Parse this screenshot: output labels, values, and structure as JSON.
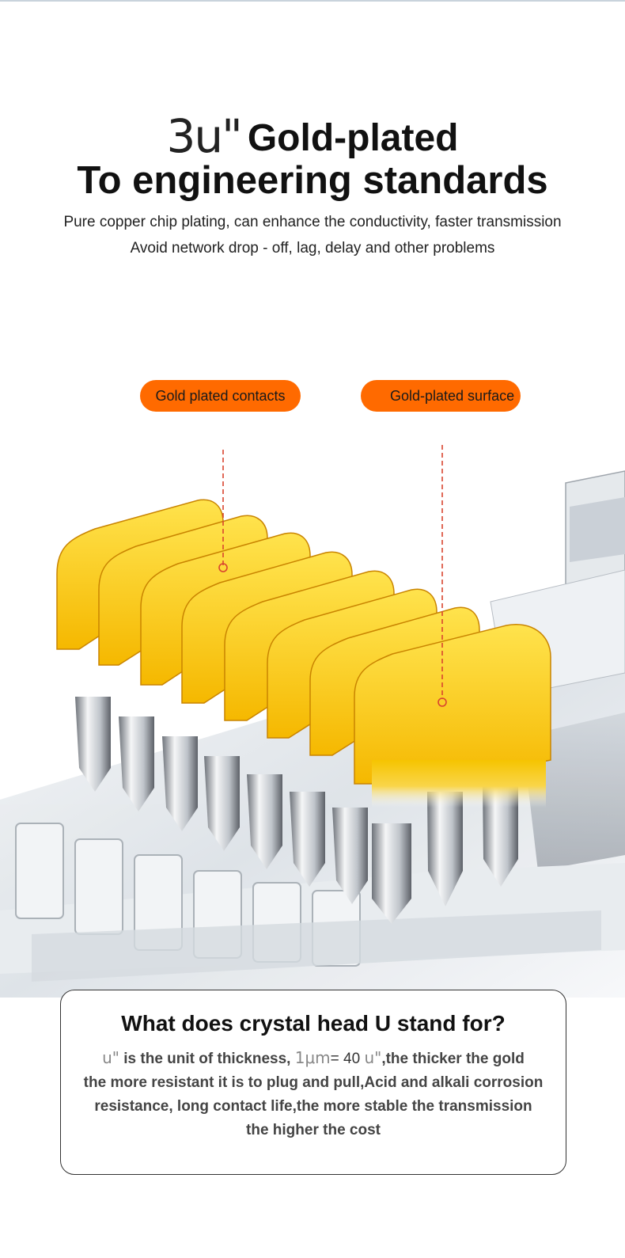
{
  "headline": {
    "big_u": "3u\"",
    "gold": "Gold-plated",
    "subhead": "To engineering standards"
  },
  "description": {
    "line1": "Pure copper chip plating, can enhance the conductivity, faster transmission",
    "line2": "Avoid network drop - off, lag, delay and other problems"
  },
  "callouts": {
    "contacts": "Gold plated contacts",
    "surface": "Gold-plated surface"
  },
  "info": {
    "question": "What does crystal head U stand for?",
    "unit_u": "u\"",
    "text1": "is the unit of thickness,",
    "micro": "1μm",
    "equals": "= 40",
    "text2": ",the thicker the gold",
    "line2": "the more resistant it is to plug and pull,Acid and alkali corrosion",
    "line3": "resistance, long contact life,the more stable the transmission",
    "line4": "the higher the cost"
  },
  "colors": {
    "accent_orange": "#ff6a00",
    "gold": "#f7c000",
    "dash_red": "#d9442f"
  }
}
